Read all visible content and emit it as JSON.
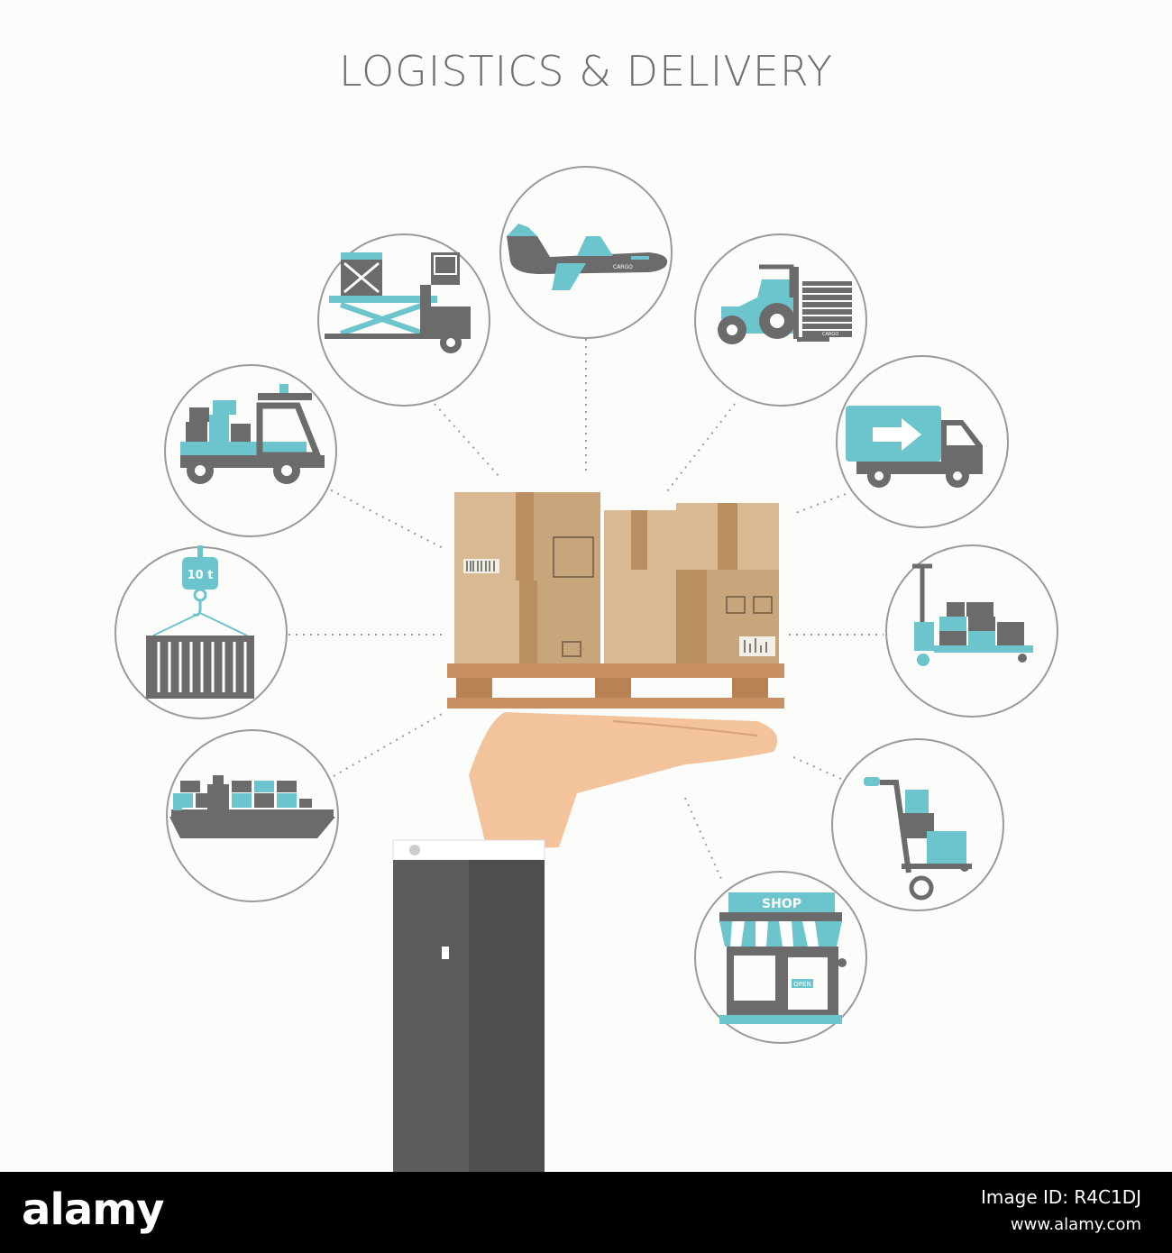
{
  "title": "LOGISTICS & DELIVERY",
  "colors": {
    "background": "#fcfcfa",
    "title": "#6f6f6f",
    "grey": "#6b6b6b",
    "blue": "#6cc4cc",
    "box": "#d9b994",
    "box_dark": "#c9a57c",
    "pallet": "#b88252",
    "skin": "#f3c49c",
    "sleeve": "#5c5c5c"
  },
  "icons": [
    {
      "name": "cargo-ship-icon"
    },
    {
      "name": "crane-container-icon",
      "label": "10 t"
    },
    {
      "name": "cargo-loader-truck-icon"
    },
    {
      "name": "scissor-lift-loader-icon"
    },
    {
      "name": "cargo-airplane-icon",
      "label": "CARGO"
    },
    {
      "name": "forklift-icon",
      "label": "CARGO"
    },
    {
      "name": "delivery-truck-icon"
    },
    {
      "name": "pallet-jack-icon"
    },
    {
      "name": "hand-truck-icon"
    },
    {
      "name": "shop-icon",
      "label": "SHOP",
      "sign": "OPEN"
    }
  ],
  "footer": {
    "brand": "alamy",
    "image_id": "Image ID: R4C1DJ",
    "url": "www.alamy.com"
  }
}
